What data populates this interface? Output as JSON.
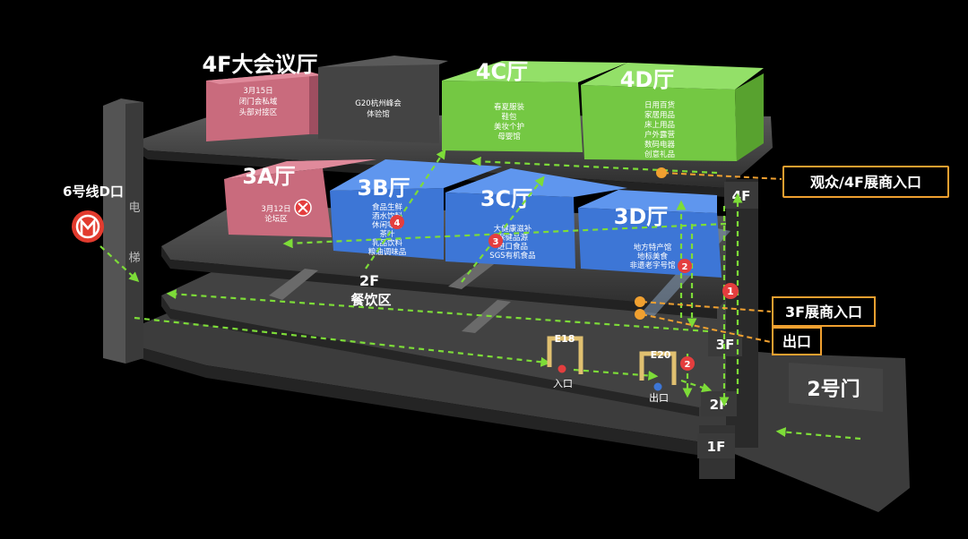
{
  "halls": {
    "h4f": {
      "title": "4F大会议厅",
      "lines": [
        "3月15日",
        "闭门会私域",
        "头部对接区"
      ]
    },
    "g20": {
      "lines": [
        "G20杭州峰会",
        "体验馆"
      ]
    },
    "h4c": {
      "title": "4C厅",
      "lines": [
        "春夏服装",
        "鞋包",
        "美妆个护",
        "母婴馆"
      ]
    },
    "h4d": {
      "title": "4D厅",
      "lines": [
        "日用百货",
        "家居用品",
        "床上用品",
        "户外露营",
        "数码电器",
        "创意礼品"
      ]
    },
    "h3a": {
      "title": "3A厅",
      "lines": [
        "3月12日",
        "论坛区"
      ]
    },
    "h3b": {
      "title": "3B厅",
      "lines": [
        "食品生鲜",
        "酒水饮料",
        "休闲零食",
        "茶叶",
        "乳品饮料",
        "粮油调味品"
      ]
    },
    "h3c": {
      "title": "3C厅",
      "lines": [
        "大健康滋补",
        "保健品源",
        "进口食品",
        "SGS有机食品"
      ]
    },
    "h3d": {
      "title": "3D厅",
      "lines": [
        "地方特产馆",
        "地标美食",
        "非遗老字号馆"
      ]
    }
  },
  "dining": {
    "floor": "2F",
    "label": "餐饮区"
  },
  "elevator": {
    "chars": [
      "电",
      "梯"
    ]
  },
  "metro": {
    "label": "6号线D口",
    "icon": "metro-icon"
  },
  "callouts": {
    "audience": "观众/4F展商入口",
    "exhibitor3f": "3F展商入口",
    "exit": "出口"
  },
  "gate": "2号门",
  "floors": [
    "4F",
    "3F",
    "2F",
    "1F"
  ],
  "entrances": {
    "e18": {
      "code": "E18",
      "label": "入口"
    },
    "e20": {
      "code": "E20",
      "label": "出口"
    }
  },
  "markers": [
    "1",
    "2",
    "3",
    "4"
  ],
  "colors": {
    "pink": "#c96b7d",
    "green": "#74c843",
    "blue": "#3d76d6",
    "gray": "#4a4a4a",
    "orange": "#f0a030",
    "dash": "#7ddc38",
    "marker": "#e43e3e"
  }
}
